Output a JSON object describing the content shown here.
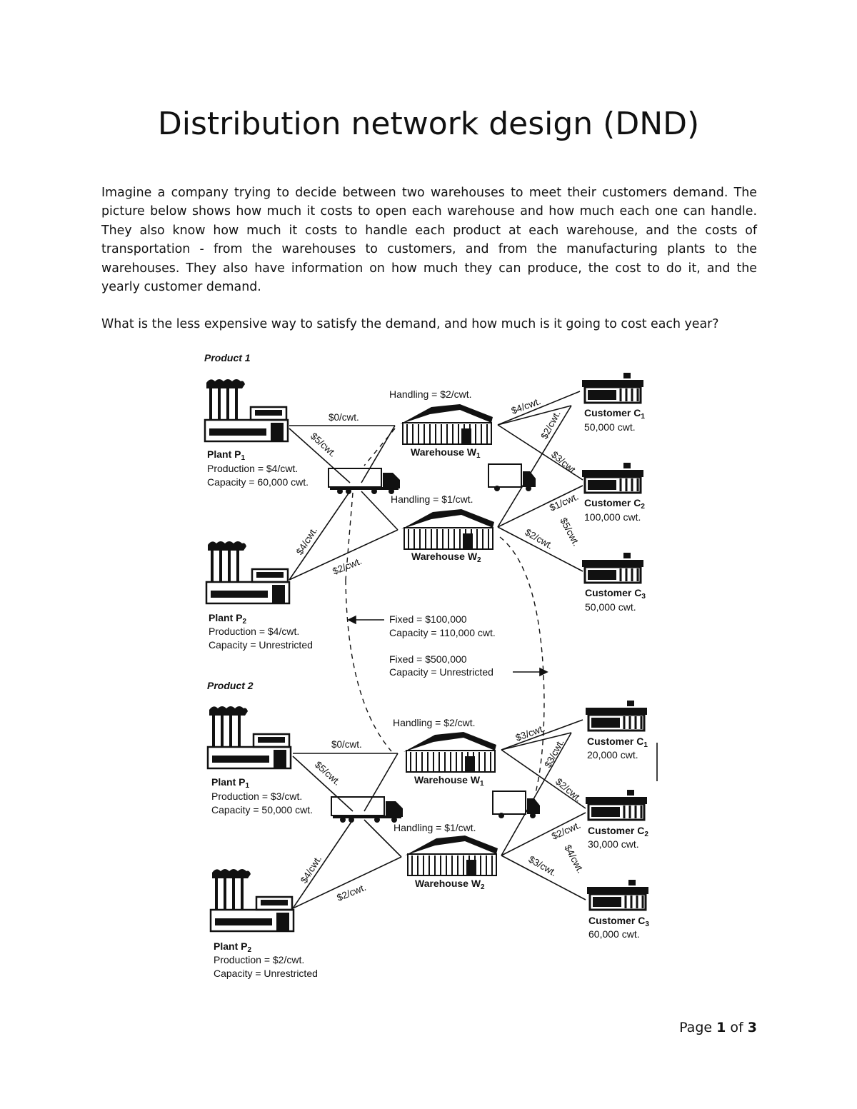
{
  "title": "Distribution network design (DND)",
  "intro": "Imagine a company trying to decide between two warehouses to meet their customers demand. The picture below shows how much it costs to open each warehouse and how much each one can handle. They also know how much it costs to handle each product at each warehouse, and the costs of transportation - from the warehouses to customers, and from the manufacturing plants to the warehouses. They also have information on how much they can produce, the cost to do it, and the yearly customer demand.",
  "question": "What is the less expensive way to satisfy the demand, and how much is it going to cost each year?",
  "page": {
    "prefix": "Page ",
    "current": "1",
    "mid": " of ",
    "total": "3"
  },
  "diagram": {
    "product1": {
      "label": "Product 1",
      "plant1": {
        "name": "Plant P",
        "sub": "1",
        "production": "Production = $4/cwt.",
        "capacity": "Capacity = 60,000 cwt."
      },
      "plant2": {
        "name": "Plant P",
        "sub": "2",
        "production": "Production = $4/cwt.",
        "capacity": "Capacity = Unrestricted"
      },
      "w1": {
        "name": "Warehouse W",
        "sub": "1",
        "handling": "Handling = $2/cwt."
      },
      "w2": {
        "name": "Warehouse W",
        "sub": "2",
        "handling": "Handling = $1/cwt."
      },
      "c1": {
        "name": "Customer C",
        "sub": "1",
        "demand": "50,000 cwt."
      },
      "c2": {
        "name": "Customer C",
        "sub": "2",
        "demand": "100,000 cwt."
      },
      "c3": {
        "name": "Customer C",
        "sub": "3",
        "demand": "50,000 cwt."
      },
      "p1_w1": "$0/cwt.",
      "p1_w2": "$5/cwt.",
      "p2_w1": "$4/cwt.",
      "p2_w2": "$2/cwt.",
      "w1_c1": "$4/cwt.",
      "w1_c2": "$2/cwt.",
      "w1_c3": "$3/cwt.",
      "w2_c1": "$1/cwt.",
      "w2_c2": "$2/cwt.",
      "w2_c3": "$5/cwt."
    },
    "w1_fixed": "Fixed = $100,000",
    "w1_capacity": "Capacity = 110,000 cwt.",
    "w2_fixed": "Fixed = $500,000",
    "w2_capacity": "Capacity = Unrestricted",
    "product2": {
      "label": "Product 2",
      "plant1": {
        "name": "Plant P",
        "sub": "1",
        "production": "Production = $3/cwt.",
        "capacity": "Capacity = 50,000 cwt."
      },
      "plant2": {
        "name": "Plant P",
        "sub": "2",
        "production": "Production = $2/cwt.",
        "capacity": "Capacity = Unrestricted"
      },
      "w1": {
        "name": "Warehouse W",
        "sub": "1",
        "handling": "Handling = $2/cwt."
      },
      "w2": {
        "name": "Warehouse W",
        "sub": "2",
        "handling": "Handling = $1/cwt."
      },
      "c1": {
        "name": "Customer C",
        "sub": "1",
        "demand": "20,000 cwt."
      },
      "c2": {
        "name": "Customer C",
        "sub": "2",
        "demand": "30,000 cwt."
      },
      "c3": {
        "name": "Customer C",
        "sub": "3",
        "demand": "60,000 cwt."
      },
      "p1_w1": "$0/cwt.",
      "p1_w2": "$5/cwt.",
      "p2_w1": "$4/cwt.",
      "p2_w2": "$2/cwt.",
      "w1_c1": "$3/cwt.",
      "w1_c2": "$3/cwt.",
      "w1_c3": "$2/cwt.",
      "w2_c1": "$2/cwt.",
      "w2_c2": "$3/cwt.",
      "w2_c3": "$4/cwt."
    }
  }
}
